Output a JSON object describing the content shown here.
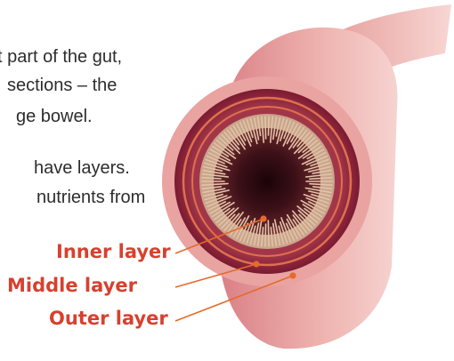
{
  "paragraph": {
    "lines": [
      "t part of the gut,",
      "sections – the",
      "ge bowel.",
      "have layers.",
      "nutrients from"
    ]
  },
  "labels": {
    "inner": "Inner layer",
    "middle": "Middle layer",
    "outer": "Outer layer"
  },
  "colors": {
    "label_text": "#d8402f",
    "leader_line": "#e56a2c",
    "tube_outer": "#e9a6a2",
    "tube_dark": "#8a1f37",
    "lining": "#c9a58c",
    "lumen": "#2a0810"
  }
}
